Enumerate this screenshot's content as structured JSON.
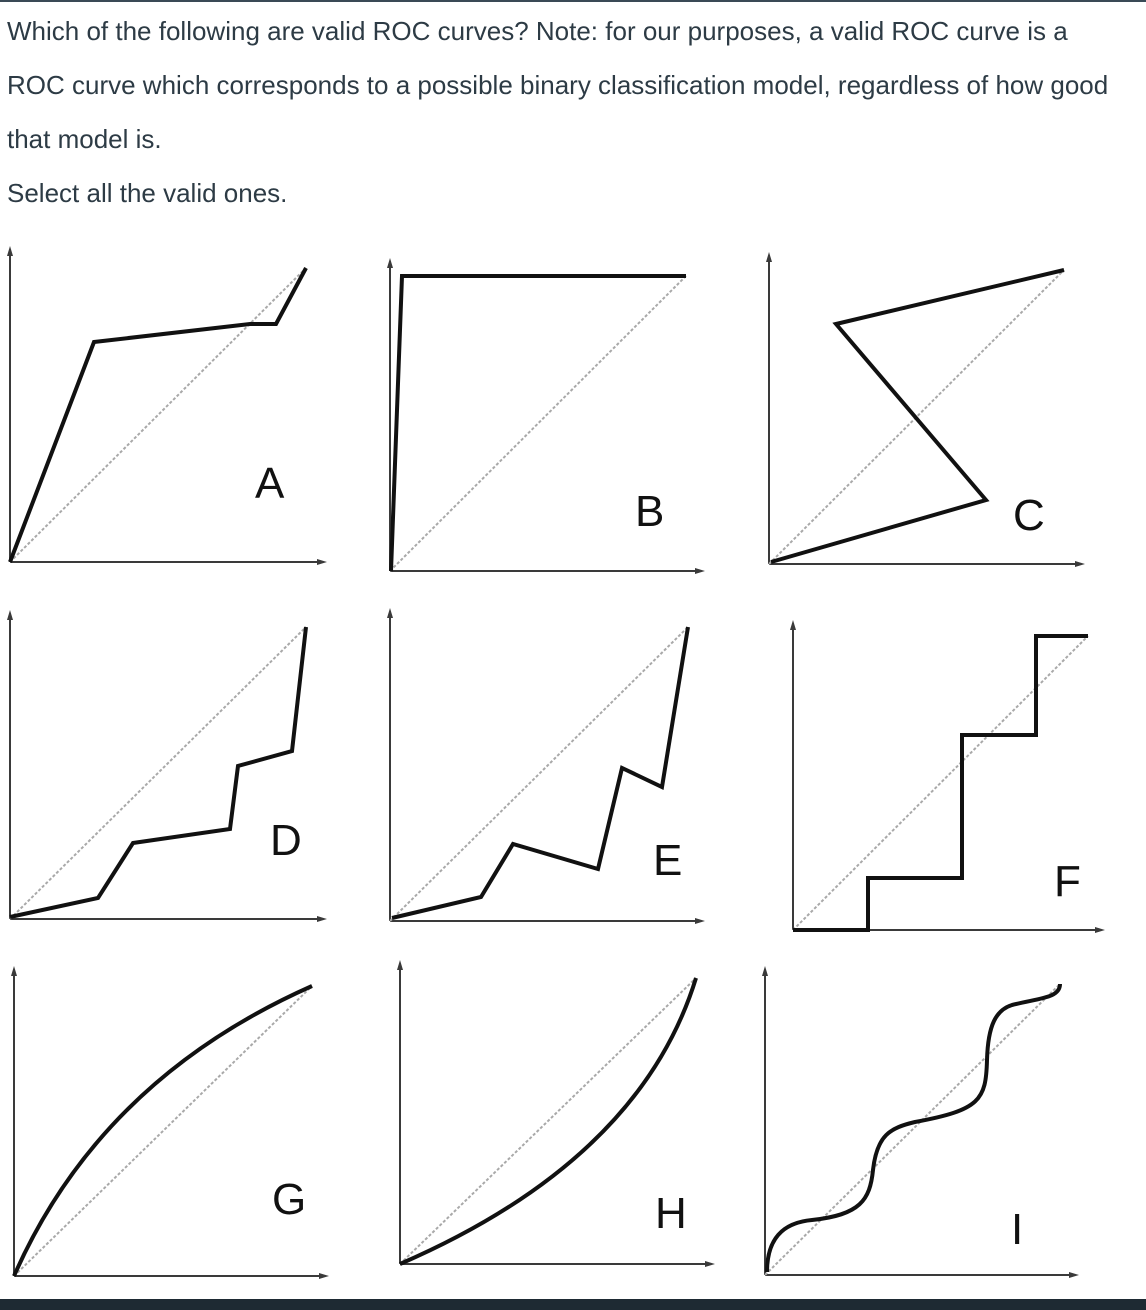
{
  "question": {
    "text": "Which of the following are valid ROC curves? Note: for our purposes, a valid ROC curve is a ROC curve which corresponds to a possible binary classification model, regardless of how good that model is.",
    "instruction": "Select all the valid ones."
  },
  "figure": {
    "panels": [
      {
        "label": "A"
      },
      {
        "label": "B"
      },
      {
        "label": "C"
      },
      {
        "label": "D"
      },
      {
        "label": "E"
      },
      {
        "label": "F"
      },
      {
        "label": "G"
      },
      {
        "label": "H"
      },
      {
        "label": "I"
      }
    ],
    "colors": {
      "curve": "#111111",
      "diagonal": "#a9a9a9",
      "axis": "#3a3a3a"
    }
  }
}
